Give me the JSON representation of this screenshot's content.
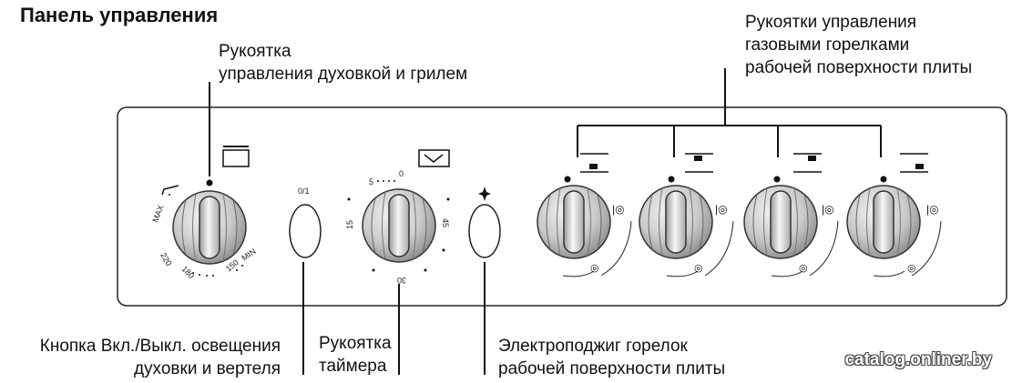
{
  "title": "Панель управления",
  "oven_knob_caption": [
    "Рукоятка",
    "управления духовкой и грилем"
  ],
  "burners_caption": [
    "Рукоятки управления",
    "газовыми горелками",
    "рабочей поверхности плиты"
  ],
  "light_button_caption": [
    "Кнопка Вкл./Выкл. освещения",
    "духовки и вертеля"
  ],
  "timer_caption": [
    "Рукоятка",
    "таймера"
  ],
  "ignition_caption": [
    "Электроподжиг горелок",
    "рабочей поверхности плиты"
  ],
  "oven_scale": {
    "max": "MAX",
    "t220": "220",
    "t180": "180",
    "t150": "150",
    "min": "MIN"
  },
  "timer_scale": {
    "t0": "0",
    "t5": "5",
    "t15": "15",
    "t30": "30",
    "t45": "45"
  },
  "light_symbol": "0/1",
  "watermark": "catalog.onliner.by"
}
